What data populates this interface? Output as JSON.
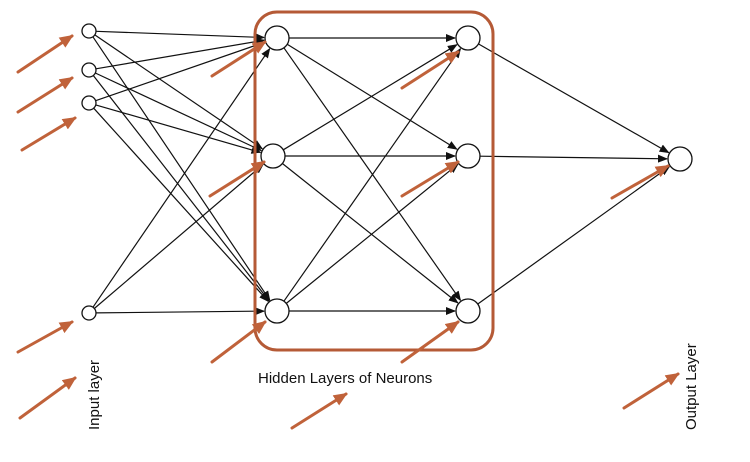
{
  "labels": {
    "input": "Input layer",
    "hidden": "Hidden Layers of Neurons",
    "output": "Output Layer"
  },
  "colors": {
    "line": "#111111",
    "node_stroke": "#111111",
    "node_fill": "#ffffff",
    "highlight_box": "#b55a36",
    "annotation_arrow": "#c0623a"
  },
  "network": {
    "layers": [
      {
        "name": "input",
        "nodes": 4
      },
      {
        "name": "hidden-1",
        "nodes": 3
      },
      {
        "name": "hidden-2",
        "nodes": 3
      },
      {
        "name": "output",
        "nodes": 1
      }
    ],
    "connectivity": "fully-connected",
    "highlight": "hidden layers"
  }
}
